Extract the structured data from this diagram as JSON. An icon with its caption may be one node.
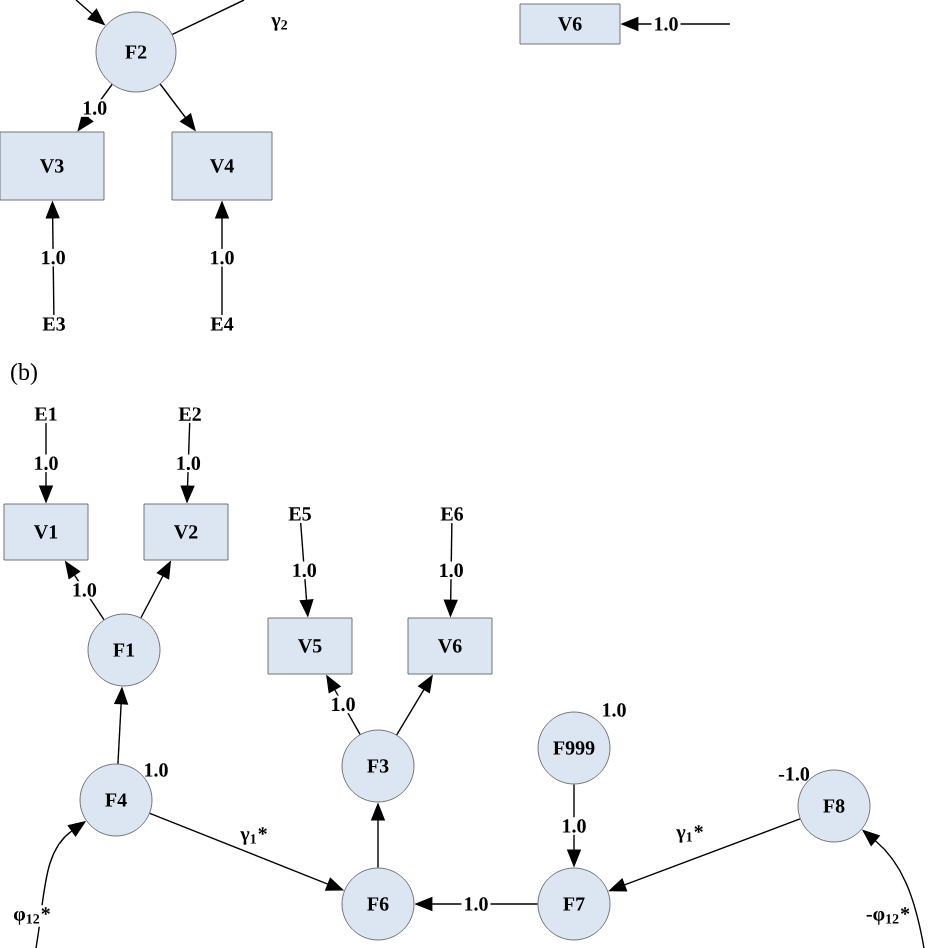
{
  "diagram": {
    "nodes": [
      {
        "text": [
          "F2"
        ]
      },
      {
        "text": [
          "V6"
        ]
      },
      {
        "text": [
          "V3"
        ]
      },
      {
        "text": [
          "V4"
        ]
      },
      {
        "text": [
          "E3"
        ]
      },
      {
        "text": [
          "E4"
        ]
      },
      {
        "text": [
          "E1"
        ]
      },
      {
        "text": [
          "E2"
        ]
      },
      {
        "text": [
          "V1"
        ]
      },
      {
        "text": [
          "V2"
        ]
      },
      {
        "text": [
          "E5"
        ]
      },
      {
        "text": [
          "E6"
        ]
      },
      {
        "text": [
          "F1"
        ]
      },
      {
        "text": [
          "V5"
        ]
      },
      {
        "text": [
          "V6"
        ]
      },
      {
        "text": [
          "F3"
        ]
      },
      {
        "text": [
          "F999"
        ],
        "beside": [
          "1.0"
        ]
      },
      {
        "text": [
          "F4"
        ],
        "beside": [
          "1.0"
        ]
      },
      {
        "text": [
          "F8"
        ],
        "beside": [
          "-1.0"
        ]
      },
      {
        "text": [
          "F6"
        ]
      },
      {
        "text": [
          "F7"
        ]
      }
    ],
    "edges": [
      {
        "from": null,
        "to": 0,
        "arrow": "to"
      },
      {
        "from": 0,
        "to": null,
        "arrow": "none",
        "label": "γ$_{2}$"
      },
      {
        "from": null,
        "to": 1,
        "arrow": "to",
        "label": "1.0"
      },
      {
        "from": 0,
        "to": 2,
        "arrow": "to",
        "label": "1.0"
      },
      {
        "from": 0,
        "to": 3,
        "arrow": "to"
      },
      {
        "from": 4,
        "to": 2,
        "arrow": "to",
        "label": "1.0"
      },
      {
        "from": 5,
        "to": 3,
        "arrow": "to",
        "label": "1.0"
      },
      {
        "from": 6,
        "to": 8,
        "arrow": "to",
        "label": "1.0"
      },
      {
        "from": 7,
        "to": 9,
        "arrow": "to",
        "label": "1.0"
      },
      {
        "from": 12,
        "to": 8,
        "arrow": "to",
        "label": "1.0"
      },
      {
        "from": 12,
        "to": 9,
        "arrow": "to"
      },
      {
        "from": 10,
        "to": 13,
        "arrow": "to",
        "label": "1.0"
      },
      {
        "from": 11,
        "to": 14,
        "arrow": "to",
        "label": "1.0"
      },
      {
        "from": 15,
        "to": 13,
        "arrow": "to",
        "label": "1.0"
      },
      {
        "from": 15,
        "to": 14,
        "arrow": "to"
      },
      {
        "from": 17,
        "to": 12,
        "arrow": "to"
      },
      {
        "from": 17,
        "to": 19,
        "arrow": "to",
        "label": "γ$_{1}$*"
      },
      {
        "from": 19,
        "to": 15,
        "arrow": "to"
      },
      {
        "from": 20,
        "to": 19,
        "arrow": "to",
        "label": "1.0"
      },
      {
        "from": 16,
        "to": 20,
        "arrow": "to",
        "label": "1.0"
      },
      {
        "from": 18,
        "to": 20,
        "arrow": "to",
        "label": "γ$_{1}$*"
      },
      {
        "from": null,
        "to": 17,
        "arrow": "to",
        "label": "φ$_{12}$*"
      },
      {
        "from": null,
        "to": 18,
        "arrow": "to",
        "label": "-φ$_{12}$*"
      }
    ],
    "labels": [
      "(b)"
    ]
  }
}
